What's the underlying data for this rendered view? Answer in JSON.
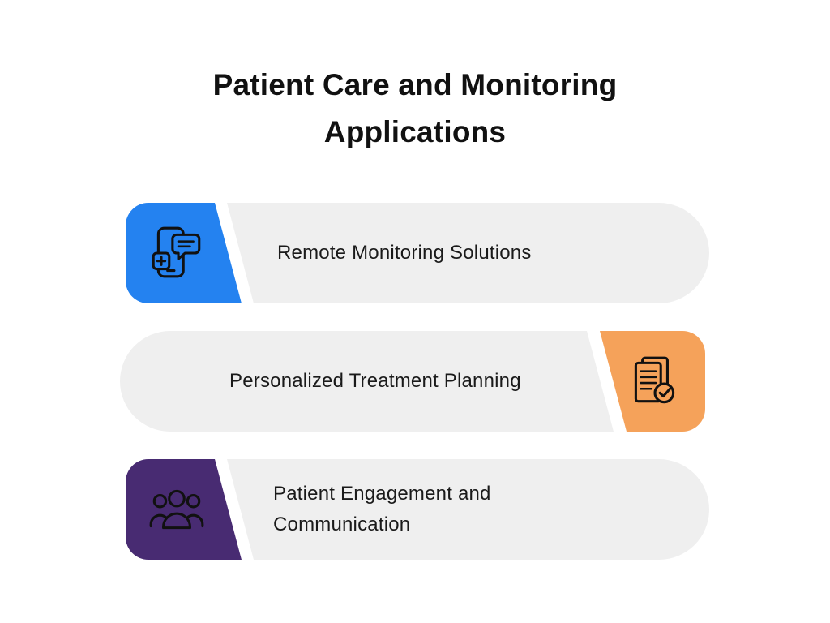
{
  "title": {
    "line1": "Patient Care and Monitoring",
    "line2": "Applications"
  },
  "items": [
    {
      "label": "Remote Monitoring Solutions",
      "color": "#2482F0",
      "icon": "phone-chat-icon",
      "icon_side": "left"
    },
    {
      "label": "Personalized Treatment Planning",
      "color": "#F5A25A",
      "icon": "document-check-icon",
      "icon_side": "right"
    },
    {
      "label": "Patient Engagement and Communication",
      "color": "#482B72",
      "icon": "group-people-icon",
      "icon_side": "left"
    }
  ],
  "colors": {
    "background": "#FFFFFF",
    "pill_bg": "#EFEFEF",
    "text": "#1A1A1A",
    "icon_stroke": "#111111"
  }
}
